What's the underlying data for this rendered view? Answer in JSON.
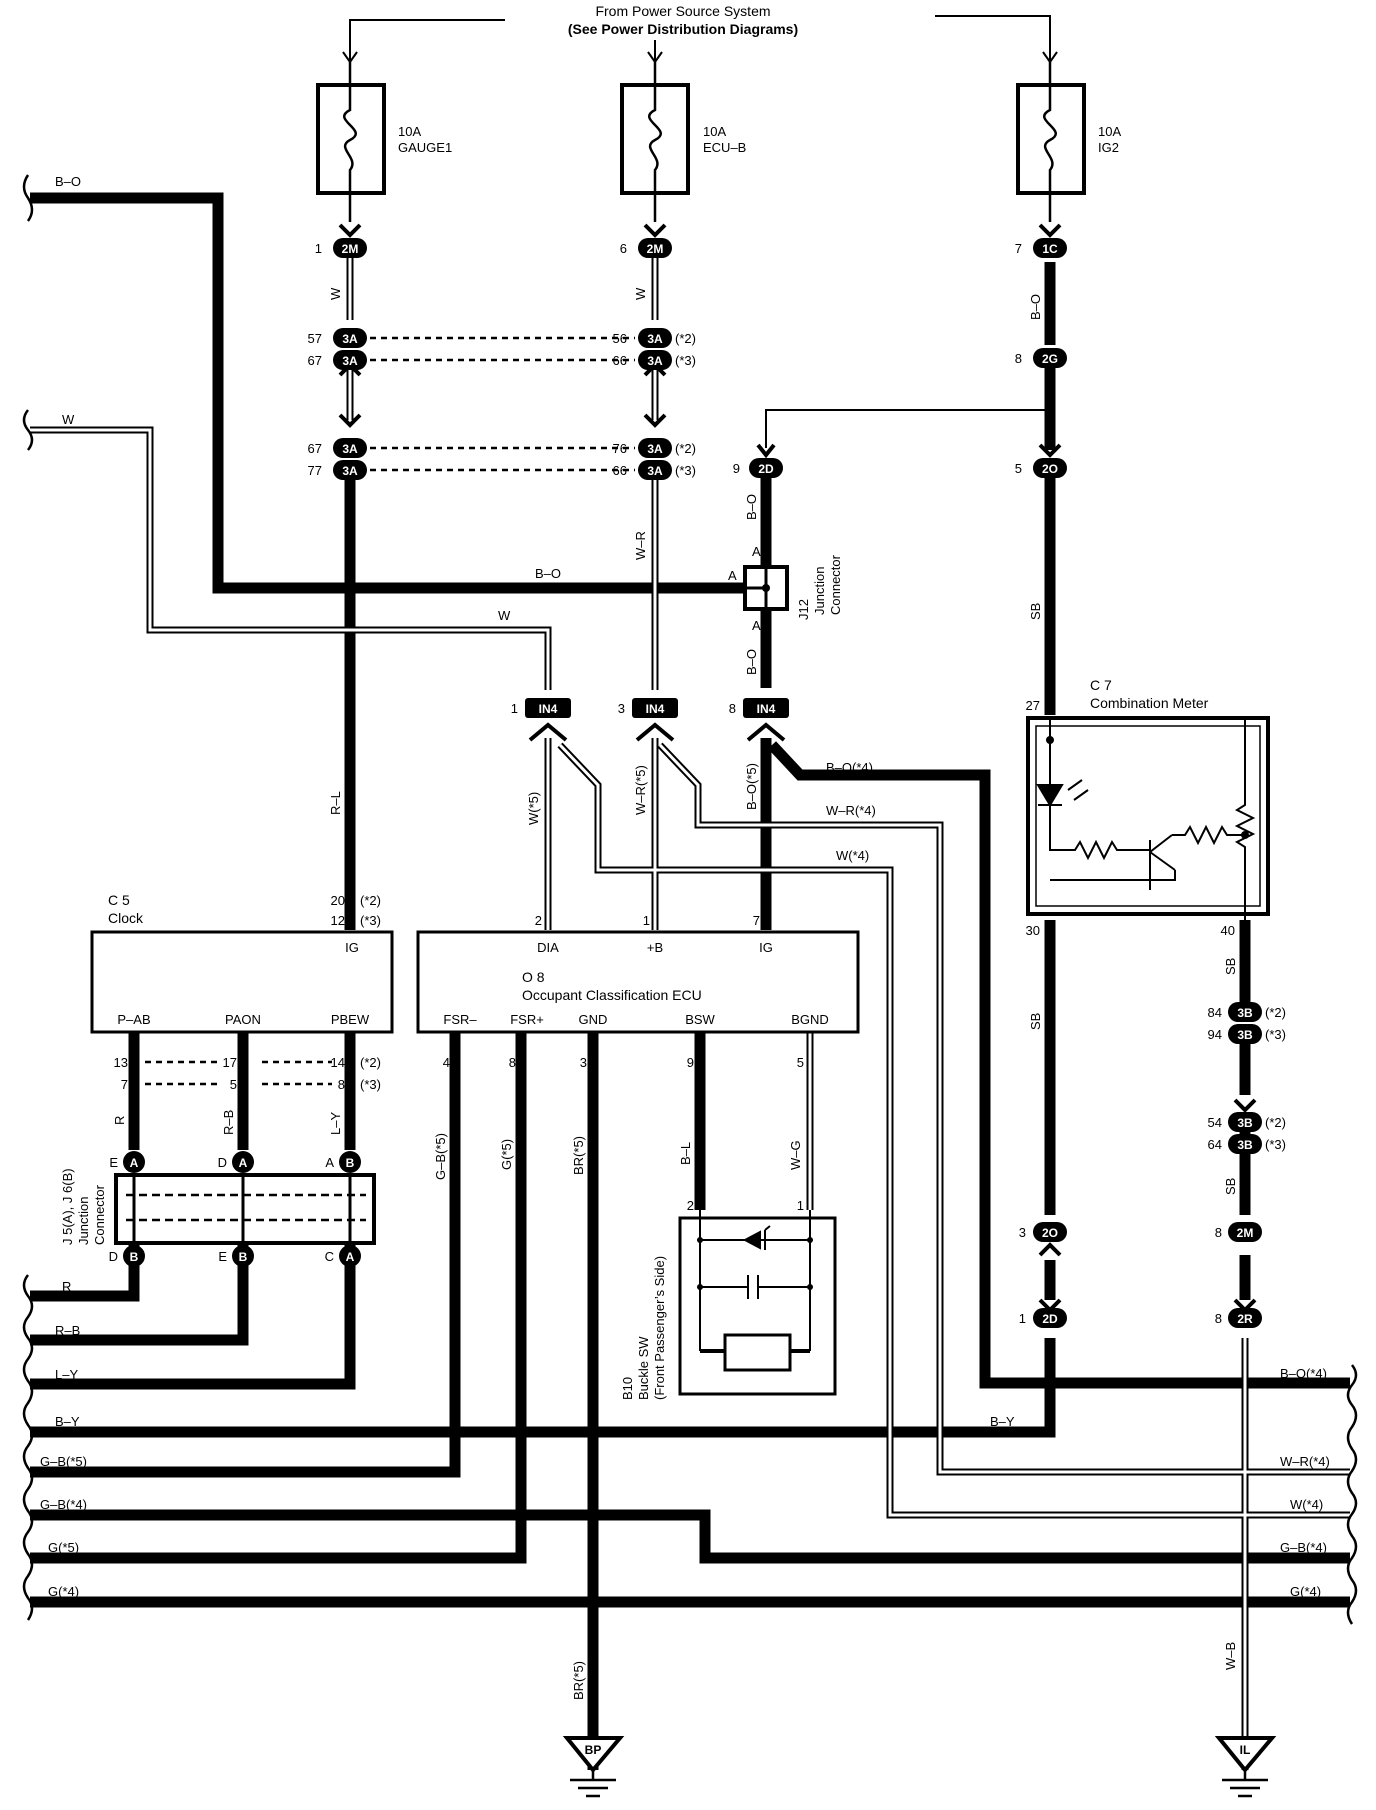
{
  "header": {
    "line1": "From Power Source System",
    "line2": "(See Power Distribution Diagrams)"
  },
  "fuses": [
    {
      "amp": "10A",
      "name": "GAUGE1"
    },
    {
      "amp": "10A",
      "name": "ECU–B"
    },
    {
      "amp": "10A",
      "name": "IG2"
    }
  ],
  "connectors": {
    "c2m_1": "2M",
    "c2m_6": "2M",
    "c1c_7": "1C",
    "c2g_8": "2G",
    "c3a_57": "3A",
    "c3a_67": "3A",
    "c3a_56": "3A",
    "c3a_66": "3A",
    "c3a_67b": "3A",
    "c3a_77": "3A",
    "c3a_76": "3A",
    "c3a_66b": "3A",
    "c2d_9": "2D",
    "c2o_5": "2O",
    "in4_1": "IN4",
    "in4_3": "IN4",
    "in4_8": "IN4",
    "c3b_84": "3B",
    "c3b_94": "3B",
    "c3b_54": "3B",
    "c3b_64": "3B",
    "c2o_3": "2O",
    "c2m_8": "2M",
    "c2d_1": "2D",
    "c2r_8": "2R",
    "jA_E": "A",
    "jA_D": "A",
    "jB_A": "B",
    "jB_D": "B",
    "jB_E": "B",
    "jA_C": "A"
  },
  "pins": {
    "p1": "1",
    "p6": "6",
    "p7": "7",
    "p8a": "8",
    "p57": "57",
    "p67": "67",
    "p56": "56",
    "p66": "66",
    "p67b": "67",
    "p77": "77",
    "p76": "76",
    "p66b": "66",
    "p9": "9",
    "p5": "5",
    "pin1": "1",
    "pin3": "3",
    "pin8": "8",
    "p27": "27",
    "p30": "30",
    "p40": "40",
    "p84": "84",
    "p94": "94",
    "p54": "54",
    "p64": "64",
    "p3b": "3",
    "p8b": "8",
    "p1b": "1",
    "p8c": "8",
    "p20": "20",
    "p12": "12",
    "dia2": "2",
    "b1": "1",
    "ig7": "7",
    "p13": "13",
    "p7b": "7",
    "p17": "17",
    "p5b": "5",
    "p14": "14",
    "p8d": "8",
    "fsrm": "4",
    "fsrp": "8",
    "gnd3": "3",
    "bsw9": "9",
    "bgnd5": "5",
    "sw2": "2",
    "sw1": "1",
    "jE": "E",
    "jD": "D",
    "jA": "A",
    "jD2": "D",
    "jE2": "E",
    "jC": "C",
    "j12A1": "A",
    "j12A2": "A",
    "j12A3": "A"
  },
  "variants": {
    "v2a": "(*2)",
    "v3a": "(*3)",
    "v2b": "(*2)",
    "v3b": "(*3)",
    "v2c": "(*2)",
    "v3c": "(*3)",
    "v2d": "(*2)",
    "v3d": "(*3)",
    "v2e": "(*2)",
    "v3e": "(*3)",
    "v2f": "(*2)",
    "v3f": "(*3)"
  },
  "wires": {
    "w1": "W",
    "w2": "W",
    "bo1": "B–O",
    "bo2": "B–O",
    "bo3": "B–O",
    "sb1": "SB",
    "wr1": "W–R",
    "rl": "R–L",
    "bo_j": "B–O",
    "w_top": "W",
    "w5": "W(*5)",
    "wr5": "W–R(*5)",
    "bo5": "B–O(*5)",
    "bo4": "B–O(*4)",
    "wr4": "W–R(*4)",
    "w4": "W(*4)",
    "left_bo": "B–O",
    "left_w": "W",
    "sb2": "SB",
    "sb3": "SB",
    "sb4": "SB",
    "wb": "W–B",
    "r": "R",
    "rb": "R–B",
    "ly": "L–Y",
    "gb5": "G–B(*5)",
    "g5": "G(*5)",
    "br5": "BR(*5)",
    "bl": "B–L",
    "wg": "W–G",
    "br5b": "BR(*5)",
    "bottom": {
      "r": "R",
      "rb": "R–B",
      "ly": "L–Y",
      "by": "B–Y",
      "gb5": "G–B(*5)",
      "gb4": "G–B(*4)",
      "g5": "G(*5)",
      "g4": "G(*4)",
      "bo4_r": "B–O(*4)",
      "by_r": "B–Y",
      "wr4_r": "W–R(*4)",
      "w4_r": "W(*4)",
      "gb4_r": "G–B(*4)",
      "g4_r": "G(*4)"
    }
  },
  "components": {
    "j12": {
      "code": "J12",
      "name1": "Junction",
      "name2": "Connector"
    },
    "c7": {
      "code": "C 7",
      "name": "Combination Meter"
    },
    "c5": {
      "code": "C 5",
      "name": "Clock",
      "ig": "IG",
      "pab": "P–AB",
      "paon": "PAON",
      "pbew": "PBEW"
    },
    "o8": {
      "code": "O 8",
      "name": "Occupant Classification ECU",
      "dia": "DIA",
      "b": "+B",
      "ig": "IG",
      "fsrm": "FSR–",
      "fsrp": "FSR+",
      "gnd": "GND",
      "bsw": "BSW",
      "bgnd": "BGND"
    },
    "j5": {
      "name1": "J 5(A), J 6(B)",
      "name2": "Junction",
      "name3": "Connector"
    },
    "b10": {
      "code": "B10",
      "name1": "Buckle SW",
      "name2": "(Front Passenger’s Side)"
    },
    "bp": "BP",
    "il": "IL"
  }
}
